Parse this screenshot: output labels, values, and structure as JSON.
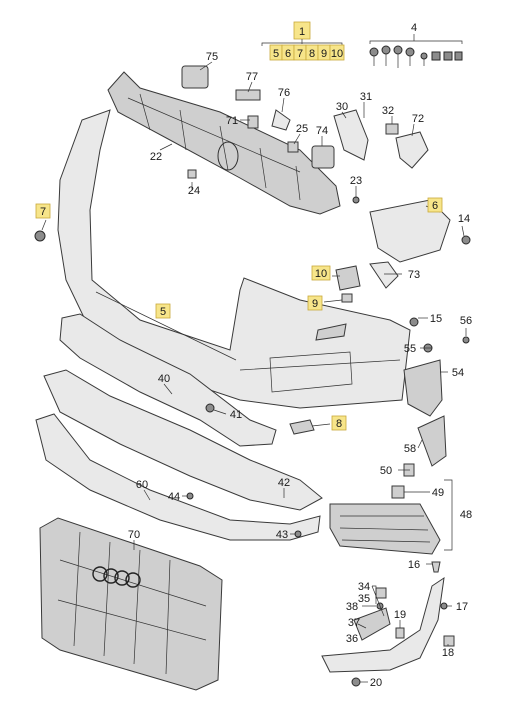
{
  "diagram": {
    "callouts": [
      {
        "id": "c1",
        "text": "1",
        "highlight": true
      },
      {
        "id": "c4",
        "text": "4",
        "highlight": false
      },
      {
        "id": "c5a",
        "text": "5",
        "highlight": true
      },
      {
        "id": "c6a",
        "text": "6",
        "highlight": true
      },
      {
        "id": "c7a",
        "text": "7",
        "highlight": true
      },
      {
        "id": "c8a",
        "text": "8",
        "highlight": true
      },
      {
        "id": "c9a",
        "text": "9",
        "highlight": true
      },
      {
        "id": "c10a",
        "text": "10",
        "highlight": true
      },
      {
        "id": "c75",
        "text": "75",
        "highlight": false
      },
      {
        "id": "c77",
        "text": "77",
        "highlight": false
      },
      {
        "id": "c76",
        "text": "76",
        "highlight": false
      },
      {
        "id": "c71",
        "text": "71",
        "highlight": false
      },
      {
        "id": "c25",
        "text": "25",
        "highlight": false
      },
      {
        "id": "c74",
        "text": "74",
        "highlight": false
      },
      {
        "id": "c30",
        "text": "30",
        "highlight": false
      },
      {
        "id": "c31",
        "text": "31",
        "highlight": false
      },
      {
        "id": "c32",
        "text": "32",
        "highlight": false
      },
      {
        "id": "c72",
        "text": "72",
        "highlight": false
      },
      {
        "id": "c22",
        "text": "22",
        "highlight": false
      },
      {
        "id": "c24",
        "text": "24",
        "highlight": false
      },
      {
        "id": "c23",
        "text": "23",
        "highlight": false
      },
      {
        "id": "c14",
        "text": "14",
        "highlight": false
      },
      {
        "id": "c73",
        "text": "73",
        "highlight": false
      },
      {
        "id": "c15",
        "text": "15",
        "highlight": false
      },
      {
        "id": "c56",
        "text": "56",
        "highlight": false
      },
      {
        "id": "c55",
        "text": "55",
        "highlight": false
      },
      {
        "id": "c54",
        "text": "54",
        "highlight": false
      },
      {
        "id": "c40",
        "text": "40",
        "highlight": false
      },
      {
        "id": "c41",
        "text": "41",
        "highlight": false
      },
      {
        "id": "c58",
        "text": "58",
        "highlight": false
      },
      {
        "id": "c50",
        "text": "50",
        "highlight": false
      },
      {
        "id": "c49",
        "text": "49",
        "highlight": false
      },
      {
        "id": "c48",
        "text": "48",
        "highlight": false
      },
      {
        "id": "c42",
        "text": "42",
        "highlight": false
      },
      {
        "id": "c60",
        "text": "60",
        "highlight": false
      },
      {
        "id": "c44",
        "text": "44",
        "highlight": false
      },
      {
        "id": "c43",
        "text": "43",
        "highlight": false
      },
      {
        "id": "c70",
        "text": "70",
        "highlight": false
      },
      {
        "id": "c16",
        "text": "16",
        "highlight": false
      },
      {
        "id": "c34",
        "text": "34",
        "highlight": false
      },
      {
        "id": "c35",
        "text": "35",
        "highlight": false
      },
      {
        "id": "c38",
        "text": "38",
        "highlight": false
      },
      {
        "id": "c19",
        "text": "19",
        "highlight": false
      },
      {
        "id": "c17",
        "text": "17",
        "highlight": false
      },
      {
        "id": "c37",
        "text": "37",
        "highlight": false
      },
      {
        "id": "c36",
        "text": "36",
        "highlight": false
      },
      {
        "id": "c18",
        "text": "18",
        "highlight": false
      },
      {
        "id": "c20",
        "text": "20",
        "highlight": false
      }
    ],
    "kit_contents": [
      "5",
      "6",
      "7",
      "8",
      "9",
      "10"
    ],
    "colors": {
      "highlight": "#f7e58a",
      "part": "#e9e9e9",
      "line": "#333333"
    }
  }
}
